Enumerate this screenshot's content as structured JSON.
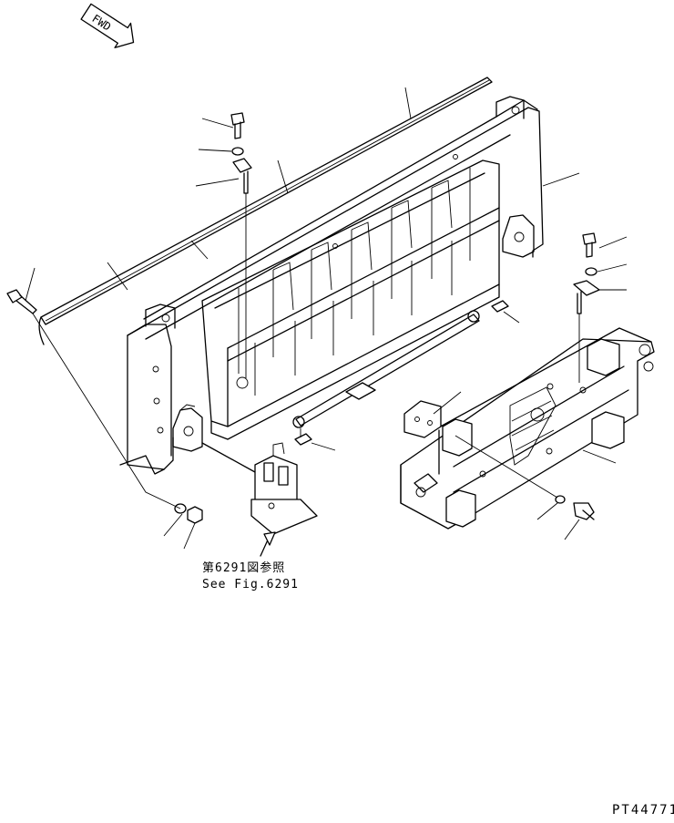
{
  "diagram": {
    "direction_marker": "FWD",
    "reference_jp": "第6291図参照",
    "reference_en": "See Fig.6291",
    "drawing_code": "PT44771"
  }
}
